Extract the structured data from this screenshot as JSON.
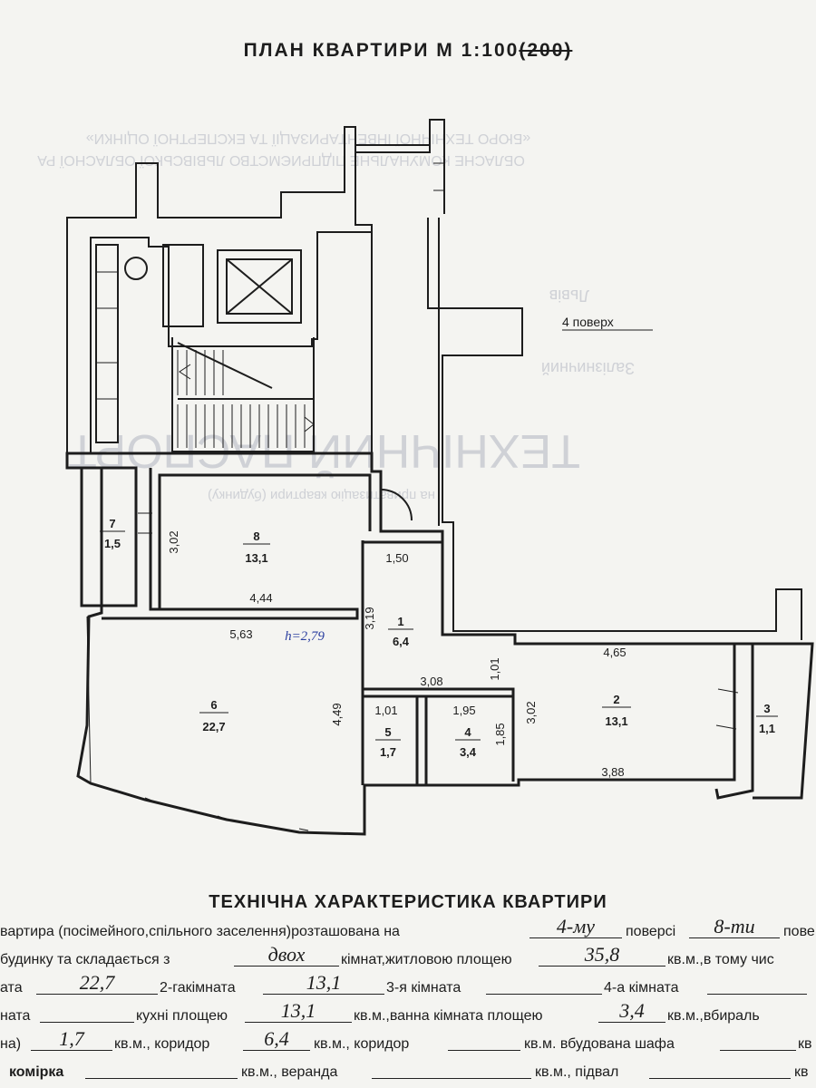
{
  "header": {
    "title": "ПЛАН КВАРТИРИ М 1:100",
    "title_struck": "(200)"
  },
  "plan": {
    "floor_note": "4 поверх",
    "handwritten_height": "h=2,79",
    "rooms": [
      {
        "id": "1",
        "area": "6,4"
      },
      {
        "id": "2",
        "area": "13,1"
      },
      {
        "id": "3",
        "area": "1,1"
      },
      {
        "id": "4",
        "area": "3,4"
      },
      {
        "id": "5",
        "area": "1,7"
      },
      {
        "id": "6",
        "area": "22,7"
      },
      {
        "id": "7",
        "area": "1,5"
      },
      {
        "id": "8",
        "area": "13,1"
      }
    ],
    "dims": {
      "d302a": "3,02",
      "d444": "4,44",
      "d150": "1,50",
      "d319": "3,19",
      "d563": "5,63",
      "d449": "4,49",
      "d308": "3,08",
      "d101a": "1,01",
      "d101b": "1,01",
      "d195": "1,95",
      "d185": "1,85",
      "d465": "4,65",
      "d302b": "3,02",
      "d388": "3,88"
    }
  },
  "watermark": {
    "l1": "ОБЛАСНЕ КОМУНАЛЬНЕ ПІДПРИЄМСТВО ЛЬВІВСЬКОЇ ОБЛАСНОЇ РА",
    "l2": "«БЮРО ТЕХНІЧНОЇ ІНВЕНТАРИЗАЦІЇ ТА ЕКСПЕРТНОЇ ОЦІНКИ»",
    "l3": "ТЕХНІЧНИЙ ПАСПОРТ",
    "l4": "на приватизацію квартири (будинку)",
    "l5": "Львів",
    "l6": "Залізничний"
  },
  "tech": {
    "title": "ТЕХНІЧНА ХАРАКТЕРИСТИКА КВАРТИРИ",
    "r1": {
      "a": "вартира (посімейного,спільного заселення)розташована на",
      "v1": "4-му",
      "b": "поверсі",
      "v2": "8-ти",
      "c": "пове"
    },
    "r2": {
      "a": "будинку та складається з",
      "v1": "двох",
      "b": "кімнат,житловою площею",
      "v2": "35,8",
      "c": "кв.м.,в тому чис"
    },
    "r3": {
      "a": "ата",
      "v1": "22,7",
      "b": "2-гакімната",
      "v2": "13,1",
      "c": "3-я кімната",
      "d": "4-а кімната"
    },
    "r4": {
      "a": "ната",
      "b": "кухні площею",
      "v1": "13,1",
      "c": "кв.м.,ванна кімната площею",
      "v2": "3,4",
      "d": "кв.м.,вбираль"
    },
    "r5": {
      "a": "на)",
      "v1": "1,7",
      "b": "кв.м., коридор",
      "v2": "6,4",
      "c": "кв.м., коридор",
      "d": "кв.м. вбудована шафа",
      "e": "кв"
    },
    "r6": {
      "a": "комірка",
      "b": "кв.м., веранда",
      "c": "кв.м., підвал",
      "d": "кв"
    }
  }
}
